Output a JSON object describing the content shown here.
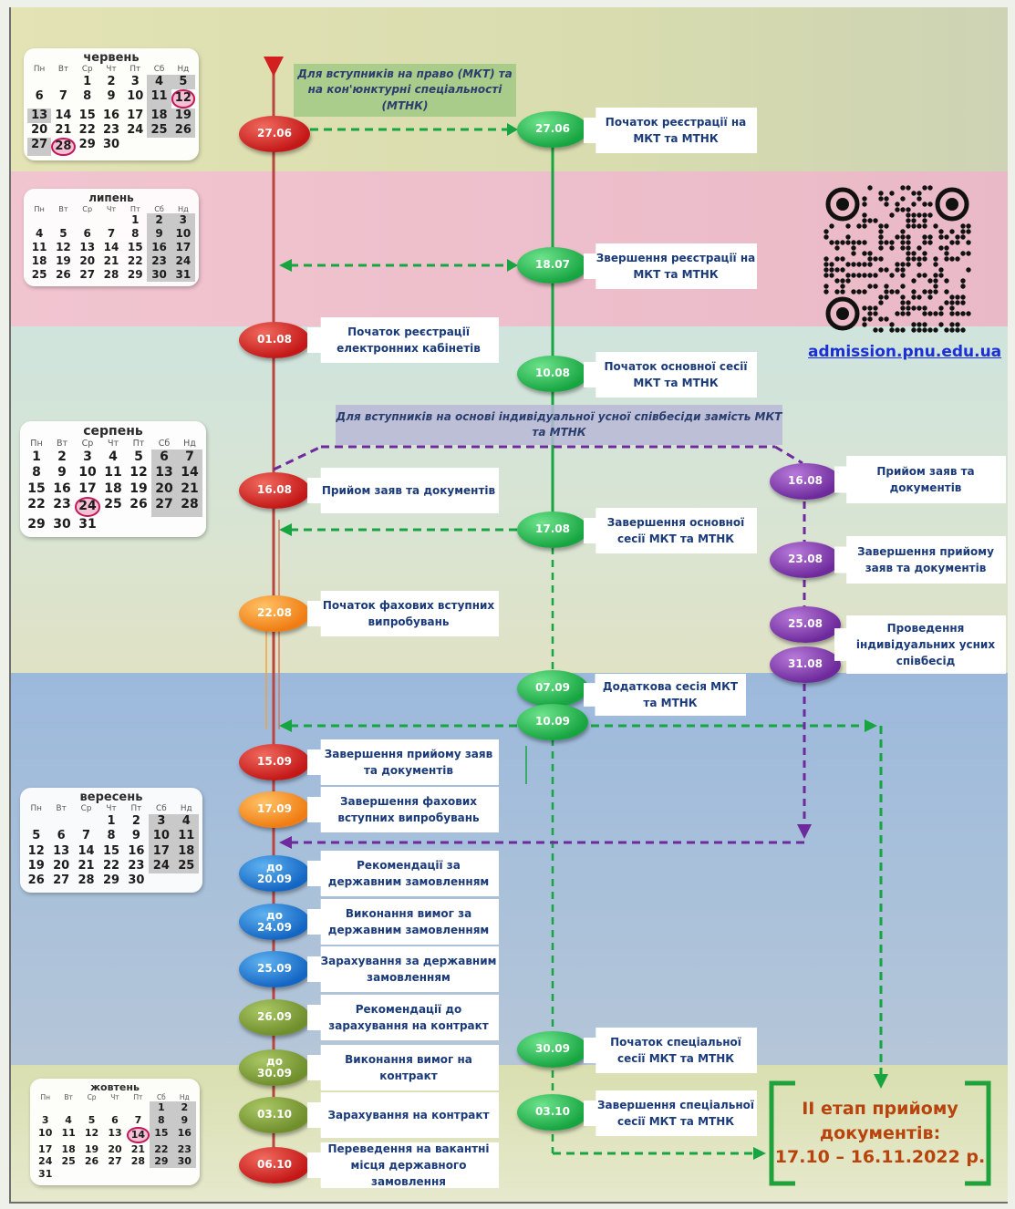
{
  "calendars": [
    {
      "month": "червень",
      "weekdays": [
        "Пн",
        "Вт",
        "Ср",
        "Чт",
        "Пт",
        "Сб",
        "Нд"
      ],
      "leading_blanks": 2,
      "days": 30,
      "weekend_days": [
        4,
        5,
        11,
        12,
        18,
        19,
        25,
        26
      ],
      "extra_grey_days": [
        13,
        27
      ],
      "marked_days": [
        12,
        28
      ]
    },
    {
      "month": "липень",
      "weekdays": [
        "Пн",
        "Вт",
        "Ср",
        "Чт",
        "Пт",
        "Сб",
        "Нд"
      ],
      "leading_blanks": 4,
      "days": 31,
      "weekend_days": [
        2,
        3,
        9,
        10,
        16,
        17,
        23,
        24,
        30,
        31
      ],
      "extra_grey_days": [],
      "marked_days": []
    },
    {
      "month": "серпень",
      "weekdays": [
        "Пн",
        "Вт",
        "Ср",
        "Чт",
        "Пт",
        "Сб",
        "Нд"
      ],
      "leading_blanks": 0,
      "days": 31,
      "weekend_days": [
        6,
        7,
        13,
        14,
        20,
        21,
        27,
        28
      ],
      "extra_grey_days": [],
      "marked_days": [
        24
      ]
    },
    {
      "month": "вересень",
      "weekdays": [
        "Пн",
        "Вт",
        "Ср",
        "Чт",
        "Пт",
        "Сб",
        "Нд"
      ],
      "leading_blanks": 3,
      "days": 30,
      "weekend_days": [
        3,
        4,
        10,
        11,
        17,
        18,
        24,
        25
      ],
      "extra_grey_days": [],
      "marked_days": []
    },
    {
      "month": "жовтень",
      "weekdays": [
        "Пн",
        "Вт",
        "Ср",
        "Чт",
        "Пт",
        "Сб",
        "Нд"
      ],
      "leading_blanks": 5,
      "days": 31,
      "weekend_days": [
        1,
        2,
        8,
        9,
        15,
        16,
        22,
        23,
        29,
        30
      ],
      "extra_grey_days": [],
      "marked_days": [
        14
      ]
    }
  ],
  "notes": {
    "mkt": "Для вступників на право (МКТ) та на кон'юнктурні спеціальності (МТНК)",
    "interview": "Для вступників на основі індивідуальної усної співбесіди замість МКТ та МТНК"
  },
  "left_events": [
    {
      "date": "01.08",
      "color": "red",
      "label": "Початок реєстрації електронних кабінетів"
    },
    {
      "date": "16.08",
      "color": "red",
      "label": "Прийом заяв та документів"
    },
    {
      "date": "22.08",
      "color": "orange",
      "label": "Початок фахових вступних випробувань"
    },
    {
      "date": "15.09",
      "color": "red",
      "label": "Завершення прийому заяв та документів"
    },
    {
      "date": "17.09",
      "color": "orange",
      "label": "Завершення фахових вступних випробувань"
    },
    {
      "date": "до 20.09",
      "color": "blue",
      "label": "Рекомендації за державним замовленням"
    },
    {
      "date": "до 24.09",
      "color": "blue",
      "label": "Виконання вимог за державним замовленням"
    },
    {
      "date": "25.09",
      "color": "blue",
      "label": "Зарахування за державним замовленням"
    },
    {
      "date": "26.09",
      "color": "olive",
      "label": "Рекомендації до зарахування на контракт"
    },
    {
      "date": "до 30.09",
      "color": "olive",
      "label": "Виконання вимог на контракт"
    },
    {
      "date": "03.10",
      "color": "olive",
      "label": "Зарахування на контракт"
    },
    {
      "date": "06.10",
      "color": "red",
      "label": "Переведення на вакантні місця державного замовлення"
    }
  ],
  "left_start": {
    "date": "27.06"
  },
  "mkt_events": [
    {
      "date": "27.06",
      "label": "Початок реєстрації на МКТ та МТНК"
    },
    {
      "date": "18.07",
      "label": "Звершення реєстрації на МКТ та МТНК"
    },
    {
      "date": "10.08",
      "label": "Початок основної сесії МКТ та МТНК"
    },
    {
      "date": "17.08",
      "label": "Завершення основної сесії МКТ та МТНК"
    },
    {
      "date": "07.09",
      "label": "Додаткова сесія МКТ та МТНК"
    },
    {
      "date": "10.09",
      "label": ""
    },
    {
      "date": "30.09",
      "label": "Початок спеціальної сесії МКТ та МТНК"
    },
    {
      "date": "03.10",
      "label": "Завершення спеціальної сесії МКТ та МТНК"
    }
  ],
  "interview_events": [
    {
      "date": "16.08",
      "label": "Прийом заяв та документів"
    },
    {
      "date": "23.08",
      "label": "Завершення прийому заяв та документів"
    },
    {
      "date": "25.08",
      "label": "Проведення індивідуальних усних співбесід"
    },
    {
      "date": "31.08",
      "label": ""
    }
  ],
  "website": "admission.pnu.edu.ua",
  "final_box": {
    "line1": "ІІ етап прийому",
    "line2": "документів:",
    "line3": "17.10 – 16.11.2022 р."
  },
  "colors": {
    "red": "#c41818",
    "orange": "#f07c12",
    "blue": "#1466c4",
    "olive": "#6f8f2c",
    "green": "#17a541",
    "purple": "#6e2a9c",
    "timeline": "#b8463e",
    "label_text": "#1a3a7a",
    "final_text": "#b8430c",
    "final_bracket": "#1fa23c",
    "url": "#1b2fd6"
  }
}
